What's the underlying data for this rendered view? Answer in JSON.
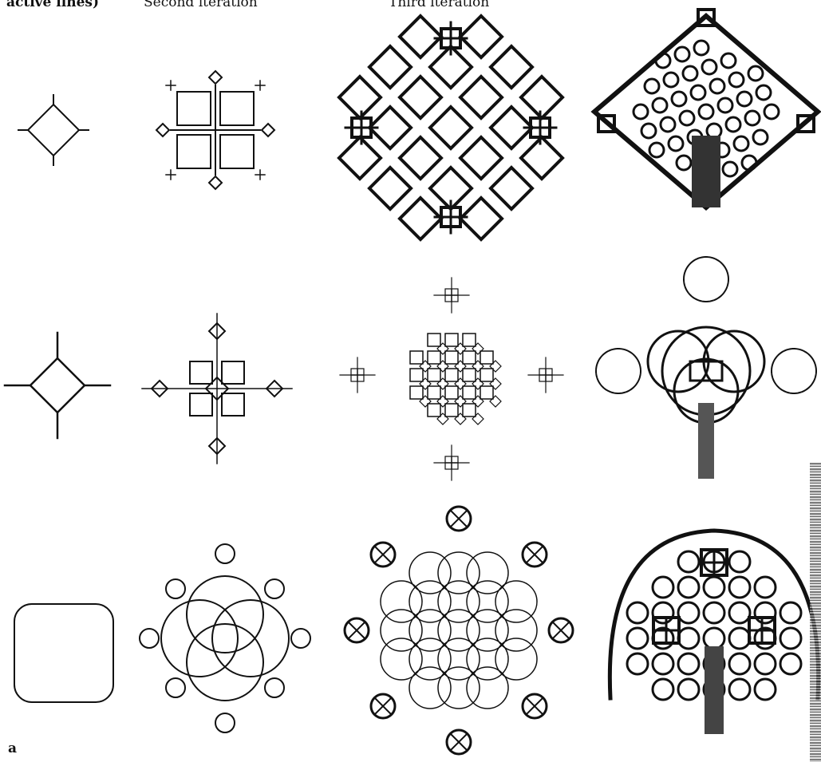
{
  "headers": {
    "col1": "active lines)",
    "col2": "Second iteration",
    "col3": "Third iteration"
  },
  "panel_label": "a",
  "grid": {
    "columns": 4,
    "rows": 3,
    "row_shapes": [
      "diamond",
      "diamond-with-long-arms",
      "rounded-square-with-circles"
    ]
  },
  "colors": {
    "ink": "#111111",
    "paper": "#ffffff"
  }
}
